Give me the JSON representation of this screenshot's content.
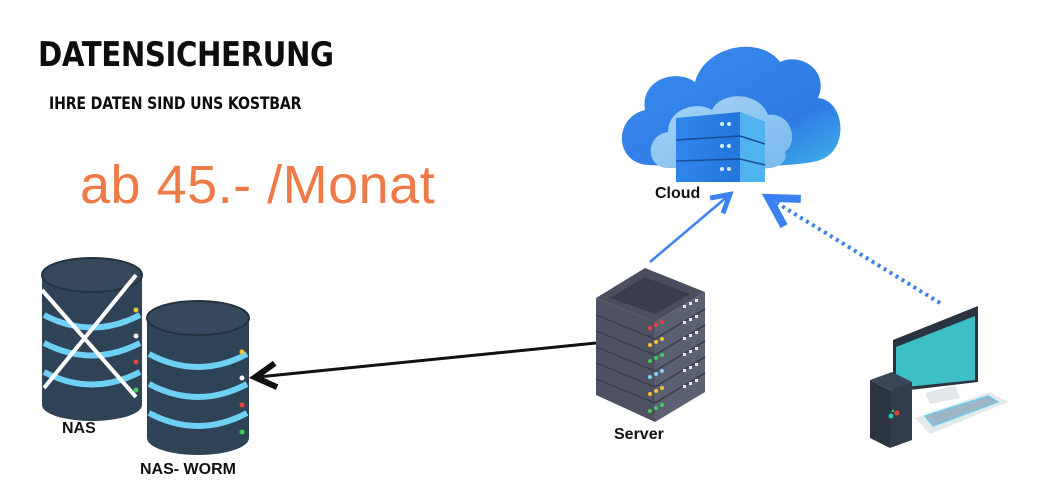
{
  "header": {
    "title": "DATENSICHERUNG",
    "subtitle": "IHRE DATEN SIND UNS KOSTBAR"
  },
  "offer": {
    "price_text": "ab 45.- /Monat"
  },
  "nodes": {
    "cloud": {
      "label": "Cloud",
      "icon": "cloud-server-icon"
    },
    "server": {
      "label": "Server",
      "icon": "server-rack-icon"
    },
    "nas": {
      "label": "NAS",
      "icon": "database-icon",
      "status": "crossed-out"
    },
    "nas_worm": {
      "label": "NAS- WORM",
      "icon": "database-icon"
    },
    "workstation": {
      "icon": "desktop-computer-icon"
    }
  },
  "connections": [
    {
      "from": "server",
      "to": "cloud",
      "style": "solid",
      "color": "#3b82f0"
    },
    {
      "from": "workstation",
      "to": "cloud",
      "style": "dotted",
      "color": "#3b82f0"
    },
    {
      "from": "server",
      "to": "nas_worm",
      "style": "solid",
      "color": "#111111"
    }
  ],
  "colors": {
    "accent_orange": "#ef7a47",
    "cloud_blue": "#2f7fe6",
    "db_dark": "#334658",
    "db_ring": "#6fd0f5",
    "server_dark": "#4a4e5e",
    "monitor_teal": "#3cc0c6"
  }
}
